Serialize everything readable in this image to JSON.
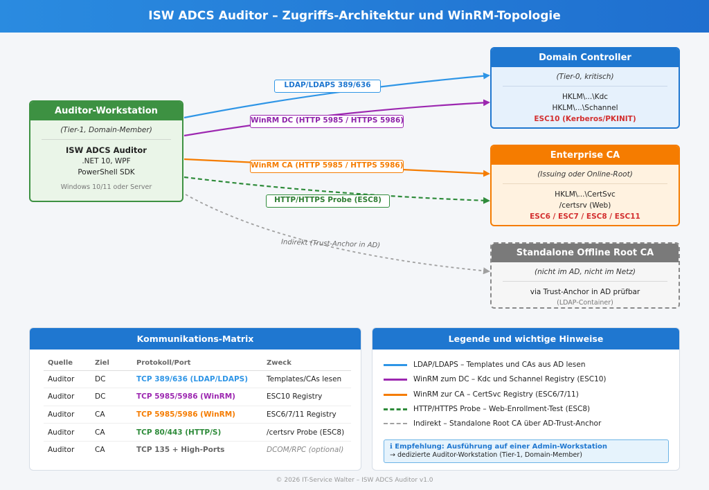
{
  "title": "ISW ADCS Auditor – Zugriffs-Architektur und WinRM-Topologie",
  "colors": {
    "ldap": "#2e95e6",
    "winrm_dc": "#9c27b0",
    "winrm_ca": "#f57c00",
    "http": "#2e8b3a",
    "indirect": "#a0a0a0"
  },
  "nodes": {
    "workstation": {
      "title": "Auditor-Workstation",
      "subtitle": "(Tier-1, Domain-Member)",
      "line1": "ISW ADCS Auditor",
      "line2": ".NET 10, WPF",
      "line3": "PowerShell SDK",
      "line4": "Windows 10/11 oder Server"
    },
    "dc": {
      "title": "Domain Controller",
      "subtitle": "(Tier-0, kritisch)",
      "line1": "HKLM\\...\\Kdc",
      "line2": "HKLM\\...\\Schannel",
      "line3": "ESC10 (Kerberos/PKINIT)"
    },
    "ca": {
      "title": "Enterprise CA",
      "subtitle": "(Issuing oder Online-Root)",
      "line1": "HKLM\\...\\CertSvc",
      "line2": "/certsrv (Web)",
      "line3": "ESC6 / ESC7 / ESC8 / ESC11"
    },
    "offline": {
      "title": "Standalone Offline Root CA",
      "subtitle": "(nicht im AD, nicht im Netz)",
      "line1": "via Trust-Anchor in AD prüfbar",
      "line2": "(LDAP-Container)"
    }
  },
  "edges": {
    "ldap": "LDAP/LDAPS 389/636",
    "winrm_dc": "WinRM DC (HTTP 5985 / HTTPS 5986)",
    "winrm_ca": "WinRM CA (HTTP 5985 / HTTPS 5986)",
    "http": "HTTP/HTTPS Probe (ESC8)",
    "indirect": "Indirekt (Trust-Anchor in AD)"
  },
  "matrix": {
    "title": "Kommunikations-Matrix",
    "headers": [
      "Quelle",
      "Ziel",
      "Protokoll/Port",
      "Zweck"
    ],
    "rows": [
      {
        "quelle": "Auditor",
        "ziel": "DC",
        "proto": "TCP 389/636 (LDAP/LDAPS)",
        "zweck": "Templates/CAs lesen"
      },
      {
        "quelle": "Auditor",
        "ziel": "DC",
        "proto": "TCP 5985/5986 (WinRM)",
        "zweck": "ESC10 Registry"
      },
      {
        "quelle": "Auditor",
        "ziel": "CA",
        "proto": "TCP 5985/5986 (WinRM)",
        "zweck": "ESC6/7/11 Registry"
      },
      {
        "quelle": "Auditor",
        "ziel": "CA",
        "proto": "TCP 80/443 (HTTP/S)",
        "zweck": "/certsrv Probe (ESC8)"
      },
      {
        "quelle": "Auditor",
        "ziel": "CA",
        "proto": "TCP 135 + High-Ports",
        "zweck": "DCOM/RPC (optional)"
      }
    ]
  },
  "legend": {
    "title": "Legende und wichtige Hinweise",
    "items": [
      "LDAP/LDAPS – Templates und CAs aus AD lesen",
      "WinRM zum DC – Kdc und Schannel Registry (ESC10)",
      "WinRM zur CA – CertSvc Registry (ESC6/7/11)",
      "HTTP/HTTPS Probe – Web-Enrollment-Test (ESC8)",
      "Indirekt – Standalone Root CA über AD-Trust-Anchor"
    ],
    "tip_title": "ℹ Empfehlung: Ausführung auf einer Admin-Workstation",
    "tip_text": "→ dedizierte Auditor-Workstation (Tier-1, Domain-Member)"
  },
  "footer": "© 2026 IT-Service Walter – ISW ADCS Auditor v1.0"
}
